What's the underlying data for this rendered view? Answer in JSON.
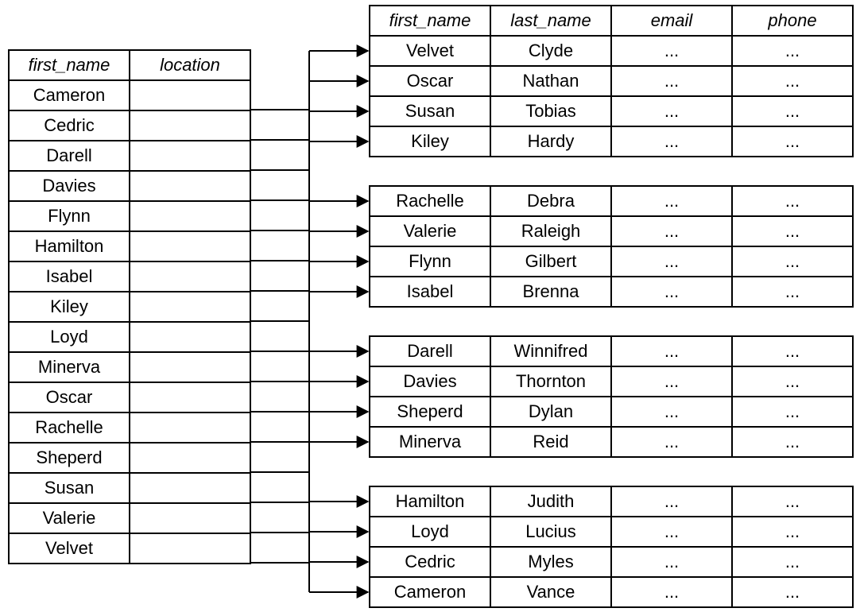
{
  "index_table": {
    "headers": [
      "first_name",
      "location"
    ],
    "rows": [
      "Cameron",
      "Cedric",
      "Darell",
      "Davies",
      "Flynn",
      "Hamilton",
      "Isabel",
      "Kiley",
      "Loyd",
      "Minerva",
      "Oscar",
      "Rachelle",
      "Sheperd",
      "Susan",
      "Valerie",
      "Velvet"
    ]
  },
  "record_headers": [
    "first_name",
    "last_name",
    "email",
    "phone"
  ],
  "blocks": [
    [
      [
        "Velvet",
        "Clyde",
        "...",
        "..."
      ],
      [
        "Oscar",
        "Nathan",
        "...",
        "..."
      ],
      [
        "Susan",
        "Tobias",
        "...",
        "..."
      ],
      [
        "Kiley",
        "Hardy",
        "...",
        "..."
      ]
    ],
    [
      [
        "Rachelle",
        "Debra",
        "...",
        "..."
      ],
      [
        "Valerie",
        "Raleigh",
        "...",
        "..."
      ],
      [
        "Flynn",
        "Gilbert",
        "...",
        "..."
      ],
      [
        "Isabel",
        "Brenna",
        "...",
        "..."
      ]
    ],
    [
      [
        "Darell",
        "Winnifred",
        "...",
        "..."
      ],
      [
        "Davies",
        "Thornton",
        "...",
        "..."
      ],
      [
        "Sheperd",
        "Dylan",
        "...",
        "..."
      ],
      [
        "Minerva",
        "Reid",
        "...",
        "..."
      ]
    ],
    [
      [
        "Hamilton",
        "Judith",
        "...",
        "..."
      ],
      [
        "Loyd",
        "Lucius",
        "...",
        "..."
      ],
      [
        "Cedric",
        "Myles",
        "...",
        "..."
      ],
      [
        "Cameron",
        "Vance",
        "...",
        "..."
      ]
    ]
  ]
}
